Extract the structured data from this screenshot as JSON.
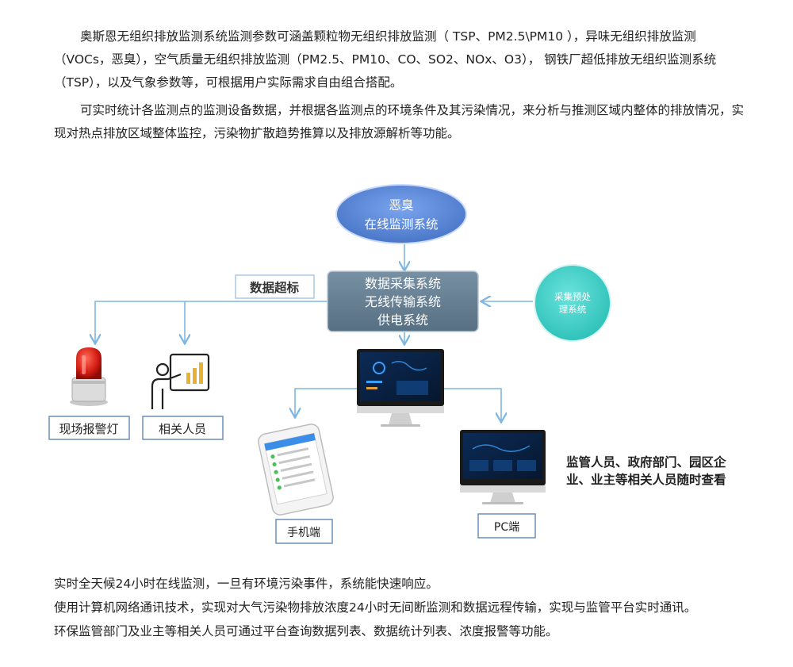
{
  "intro": {
    "p1": "奥斯恩无组织排放监测系统监测参数可涵盖颗粒物无组织排放监测（ TSP、PM2.5\\PM10 ），异味无组织排放监测（VOCs，恶臭），空气质量无组织排放监测（PM2.5、PM10、CO、SO2、NOx、O3）， 钢铁厂超低排放无组织监测系统（TSP），以及气象参数等，可根据用户实际需求自由组合搭配。",
    "p2": "可实时统计各监测点的监测设备数据，并根据各监测点的环境条件及其污染情况，来分析与推测区域内整体的排放情况，实现对热点排放区域整体监控，污染物扩散趋势推算以及排放源解析等功能。"
  },
  "diagram": {
    "odor_system": {
      "line1": "恶臭",
      "line2": "在线监测系统"
    },
    "core_system": {
      "line1": "数据采集系统",
      "line2": "无线传输系统",
      "line3": "供电系统"
    },
    "preprocess": {
      "line1": "采集预处",
      "line2": "理系统"
    },
    "overlimit_label": "数据超标",
    "alarm_label": "现场报警灯",
    "staff_label": "相关人员",
    "phone_label": "手机端",
    "pc_label": "PC端",
    "viewers": {
      "line1": "监管人员、政府部门、园区企",
      "line2": "业、业主等相关人员随时查看"
    },
    "colors": {
      "ellipse": "#5b87d6",
      "core_box": "#607b8f",
      "circle": "#3fd0c8",
      "arrow": "#7eb6e3"
    }
  },
  "footer": {
    "line1": "实时全天候24小时在线监测，一旦有环境污染事件，系统能快速响应。",
    "line2": "使用计算机网络通讯技术，实现对大气污染物排放浓度24小时无间断监测和数据远程传输，实现与监管平台实时通讯。",
    "line3": "环保监管部门及业主等相关人员可通过平台查询数据列表、数据统计列表、浓度报警等功能。"
  }
}
